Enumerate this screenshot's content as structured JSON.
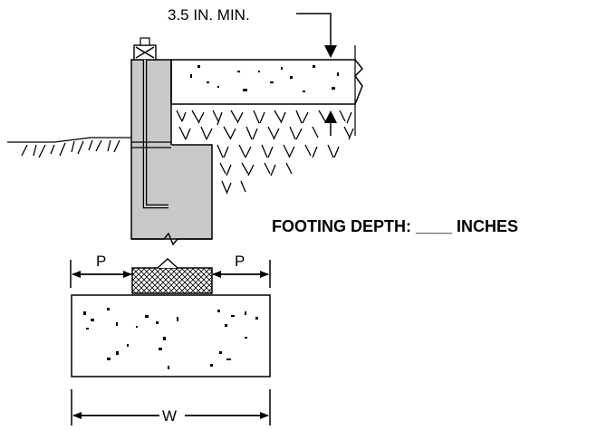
{
  "labels": {
    "slab_min": "3.5 IN. MIN.",
    "footing_depth": "FOOTING DEPTH: ____ INCHES",
    "projection_left": "P",
    "projection_right": "P",
    "width": "W"
  },
  "colors": {
    "line": "#000000",
    "wall_fill": "#c8c8c8",
    "concrete_fill": "#ffffff",
    "hatch": "#000000"
  }
}
